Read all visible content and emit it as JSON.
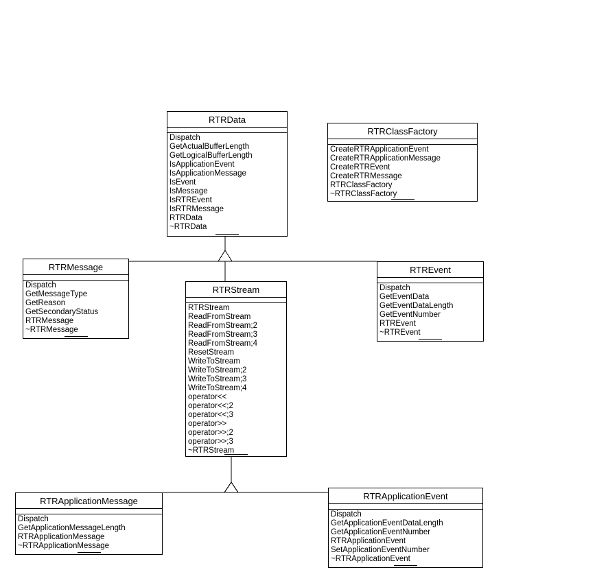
{
  "diagram": {
    "kind": "uml-class-diagram",
    "background_color": "#ffffff",
    "line_color": "#000000",
    "text_color": "#000000"
  },
  "classes": {
    "rtrdata": {
      "name": "RTRData",
      "methods": [
        "Dispatch",
        "GetActualBufferLength",
        "GetLogicalBufferLength",
        "IsApplicationEvent",
        "IsApplicationMessage",
        "IsEvent",
        "IsMessage",
        "IsRTREvent",
        "IsRTRMessage",
        "RTRData",
        "~RTRData"
      ]
    },
    "rtrclassfactory": {
      "name": "RTRClassFactory",
      "methods": [
        "CreateRTRApplicationEvent",
        "CreateRTRApplicationMessage",
        "CreateRTREvent",
        "CreateRTRMessage",
        "RTRClassFactory",
        "~RTRClassFactory"
      ]
    },
    "rtrmessage": {
      "name": "RTRMessage",
      "methods": [
        "Dispatch",
        "GetMessageType",
        "GetReason",
        "GetSecondaryStatus",
        "RTRMessage",
        "~RTRMessage"
      ]
    },
    "rtrstream": {
      "name": "RTRStream",
      "methods": [
        "RTRStream",
        "ReadFromStream",
        "ReadFromStream;2",
        "ReadFromStream;3",
        "ReadFromStream;4",
        "ResetStream",
        "WriteToStream",
        "WriteToStream;2",
        "WriteToStream;3",
        "WriteToStream;4",
        "operator<<",
        "operator<<;2",
        "operator<<;3",
        "operator>>",
        "operator>>;2",
        "operator>>;3",
        "~RTRStream"
      ]
    },
    "rtrevent": {
      "name": "RTREvent",
      "methods": [
        "Dispatch",
        "GetEventData",
        "GetEventDataLength",
        "GetEventNumber",
        "RTREvent",
        "~RTREvent"
      ]
    },
    "rtrapplicationmessage": {
      "name": "RTRApplicationMessage",
      "methods": [
        "Dispatch",
        "GetApplicationMessageLength",
        "RTRApplicationMessage",
        "~RTRApplicationMessage"
      ]
    },
    "rtrapplicationevent": {
      "name": "RTRApplicationEvent",
      "methods": [
        "Dispatch",
        "GetApplicationEventDataLength",
        "GetApplicationEventNumber",
        "RTRApplicationEvent",
        "SetApplicationEventNumber",
        "~RTRApplicationEvent"
      ]
    }
  },
  "relationships": [
    {
      "type": "generalization",
      "parent": "RTRData",
      "children": [
        "RTRMessage",
        "RTRStream",
        "RTREvent"
      ]
    },
    {
      "type": "generalization",
      "parent": "RTRStream",
      "children": [
        "RTRApplicationMessage",
        "RTRApplicationEvent"
      ]
    }
  ]
}
